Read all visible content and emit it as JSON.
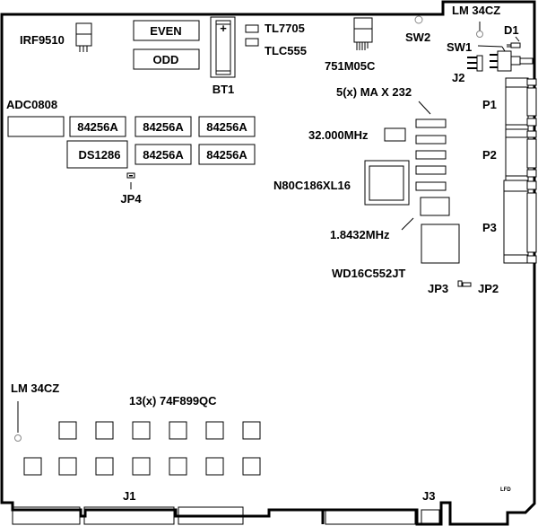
{
  "title": "PCB component layout",
  "components": {
    "irf9510": "IRF9510",
    "even": "EVEN",
    "odd": "ODD",
    "bt1": "BT1",
    "bt1_polarity": "+",
    "tl7705": "TL7705",
    "tlc555": "TLC555",
    "reg": "751M05C",
    "sw2": "SW2",
    "lm34_top": "LM 34CZ",
    "d1": "D1",
    "sw1": "SW1",
    "j2": "J2",
    "adc": "ADC0808",
    "mem1": "84256A",
    "mem2": "84256A",
    "mem3": "84256A",
    "mem4": "84256A",
    "mem5": "84256A",
    "rtc": "DS1286",
    "jp4": "JP4",
    "max232": "5(x) MA X 232",
    "xtal1": "32.000MHz",
    "cpu": "N80C186XL16",
    "xtal2": "1.8432MHz",
    "uart": "WD16C552JT",
    "jp3": "JP3",
    "jp2": "JP2",
    "p1": "P1",
    "p2": "P2",
    "p3": "P3",
    "lm34_bottom": "LM 34CZ",
    "buffers": "13(x) 74F899QC",
    "j1": "J1",
    "j3": "J3",
    "logo": "LFD"
  }
}
